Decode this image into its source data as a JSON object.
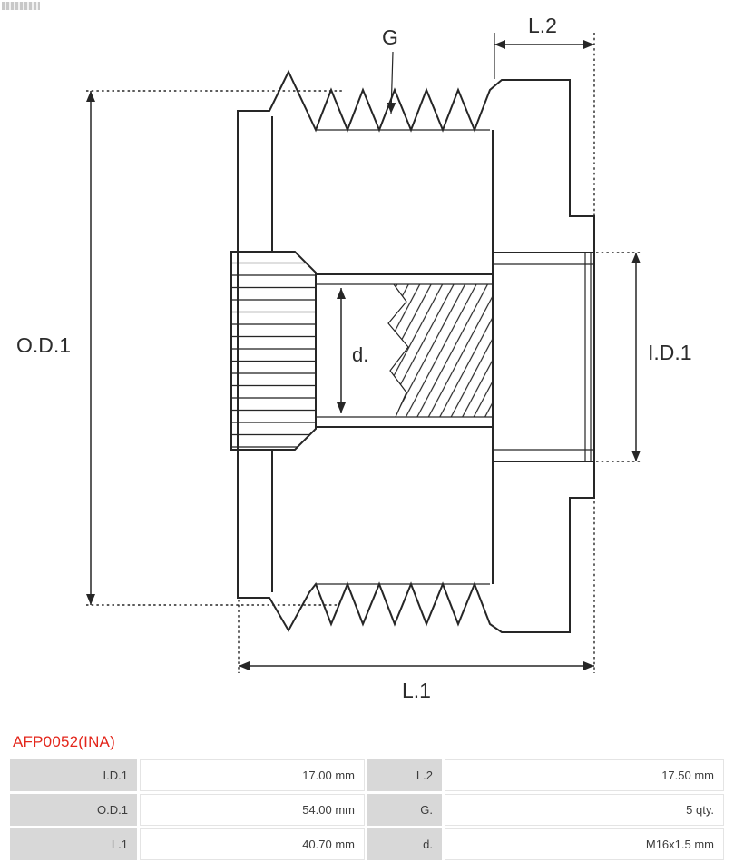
{
  "drawing": {
    "labels": {
      "g": "G",
      "l2": "L.2",
      "od1": "O.D.1",
      "id1": "I.D.1",
      "d": "d.",
      "l1": "L.1"
    }
  },
  "part": {
    "number": "AFP0052(INA)"
  },
  "colors": {
    "part_number_red": "#e3261b",
    "line_color": "#262626",
    "table_label_bg": "#d8d8d8"
  },
  "spec_table": {
    "rows": [
      {
        "c0": "I.D.1",
        "c1": "17.00 mm",
        "c2": "L.2",
        "c3": "17.50 mm"
      },
      {
        "c0": "O.D.1",
        "c1": "54.00 mm",
        "c2": "G.",
        "c3": "5 qty."
      },
      {
        "c0": "L.1",
        "c1": "40.70 mm",
        "c2": "d.",
        "c3": "M16x1.5 mm"
      }
    ]
  }
}
